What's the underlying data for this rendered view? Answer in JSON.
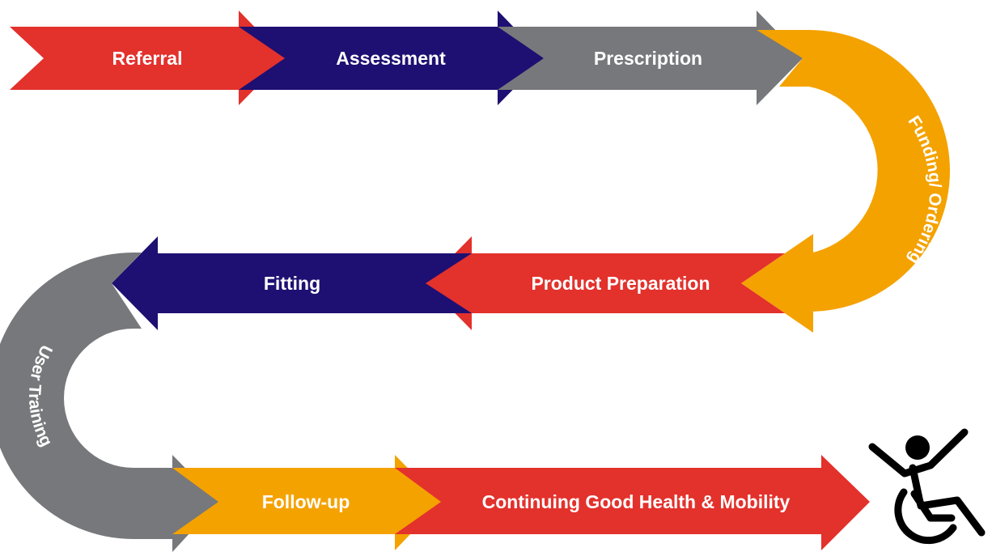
{
  "steps": [
    {
      "label": "Referral",
      "color": "#E3312C"
    },
    {
      "label": "Assessment",
      "color": "#1E0F72"
    },
    {
      "label": "Prescription",
      "color": "#77787B"
    },
    {
      "label": "Funding/ Ordering",
      "color": "#F4A200"
    },
    {
      "label": "Product Preparation",
      "color": "#E3312C"
    },
    {
      "label": "Fitting",
      "color": "#1E0F72"
    },
    {
      "label": "User Training",
      "color": "#77787B"
    },
    {
      "label": "Follow-up",
      "color": "#F4A200"
    },
    {
      "label": "Continuing Good Health & Mobility",
      "color": "#E3312C"
    }
  ],
  "end_icon": {
    "name": "wheelchair-user-icon",
    "color": "#000000"
  }
}
